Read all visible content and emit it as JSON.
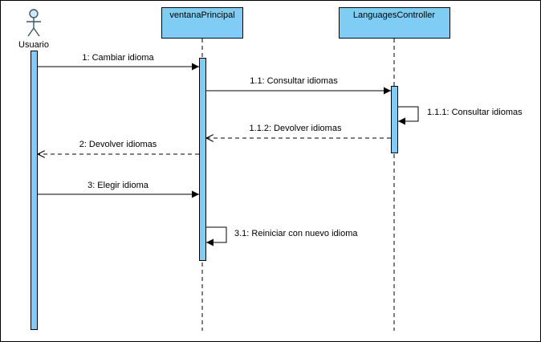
{
  "diagram": {
    "actor": {
      "label": "Usuario"
    },
    "lifelines": [
      {
        "id": "ventana",
        "label": "ventanaPrincipal"
      },
      {
        "id": "languages",
        "label": "LanguagesController"
      }
    ],
    "messages": [
      {
        "label": "1: Cambiar idioma",
        "kind": "sync"
      },
      {
        "label": "1.1: Consultar idiomas",
        "kind": "sync"
      },
      {
        "label": "1.1.1: Consultar idiomas",
        "kind": "self"
      },
      {
        "label": "1.1.2: Devolver idiomas",
        "kind": "return"
      },
      {
        "label": "2: Devolver idiomas",
        "kind": "return"
      },
      {
        "label": "3: Elegir idioma",
        "kind": "sync"
      },
      {
        "label": "3.1: Reiniciar con nuevo idioma",
        "kind": "self"
      }
    ],
    "colors": {
      "head_fill": "#7fcdf4",
      "activation_fill": "#7fcdf4",
      "stroke": "#000000",
      "actor_stroke": "#3a5a6a"
    }
  }
}
